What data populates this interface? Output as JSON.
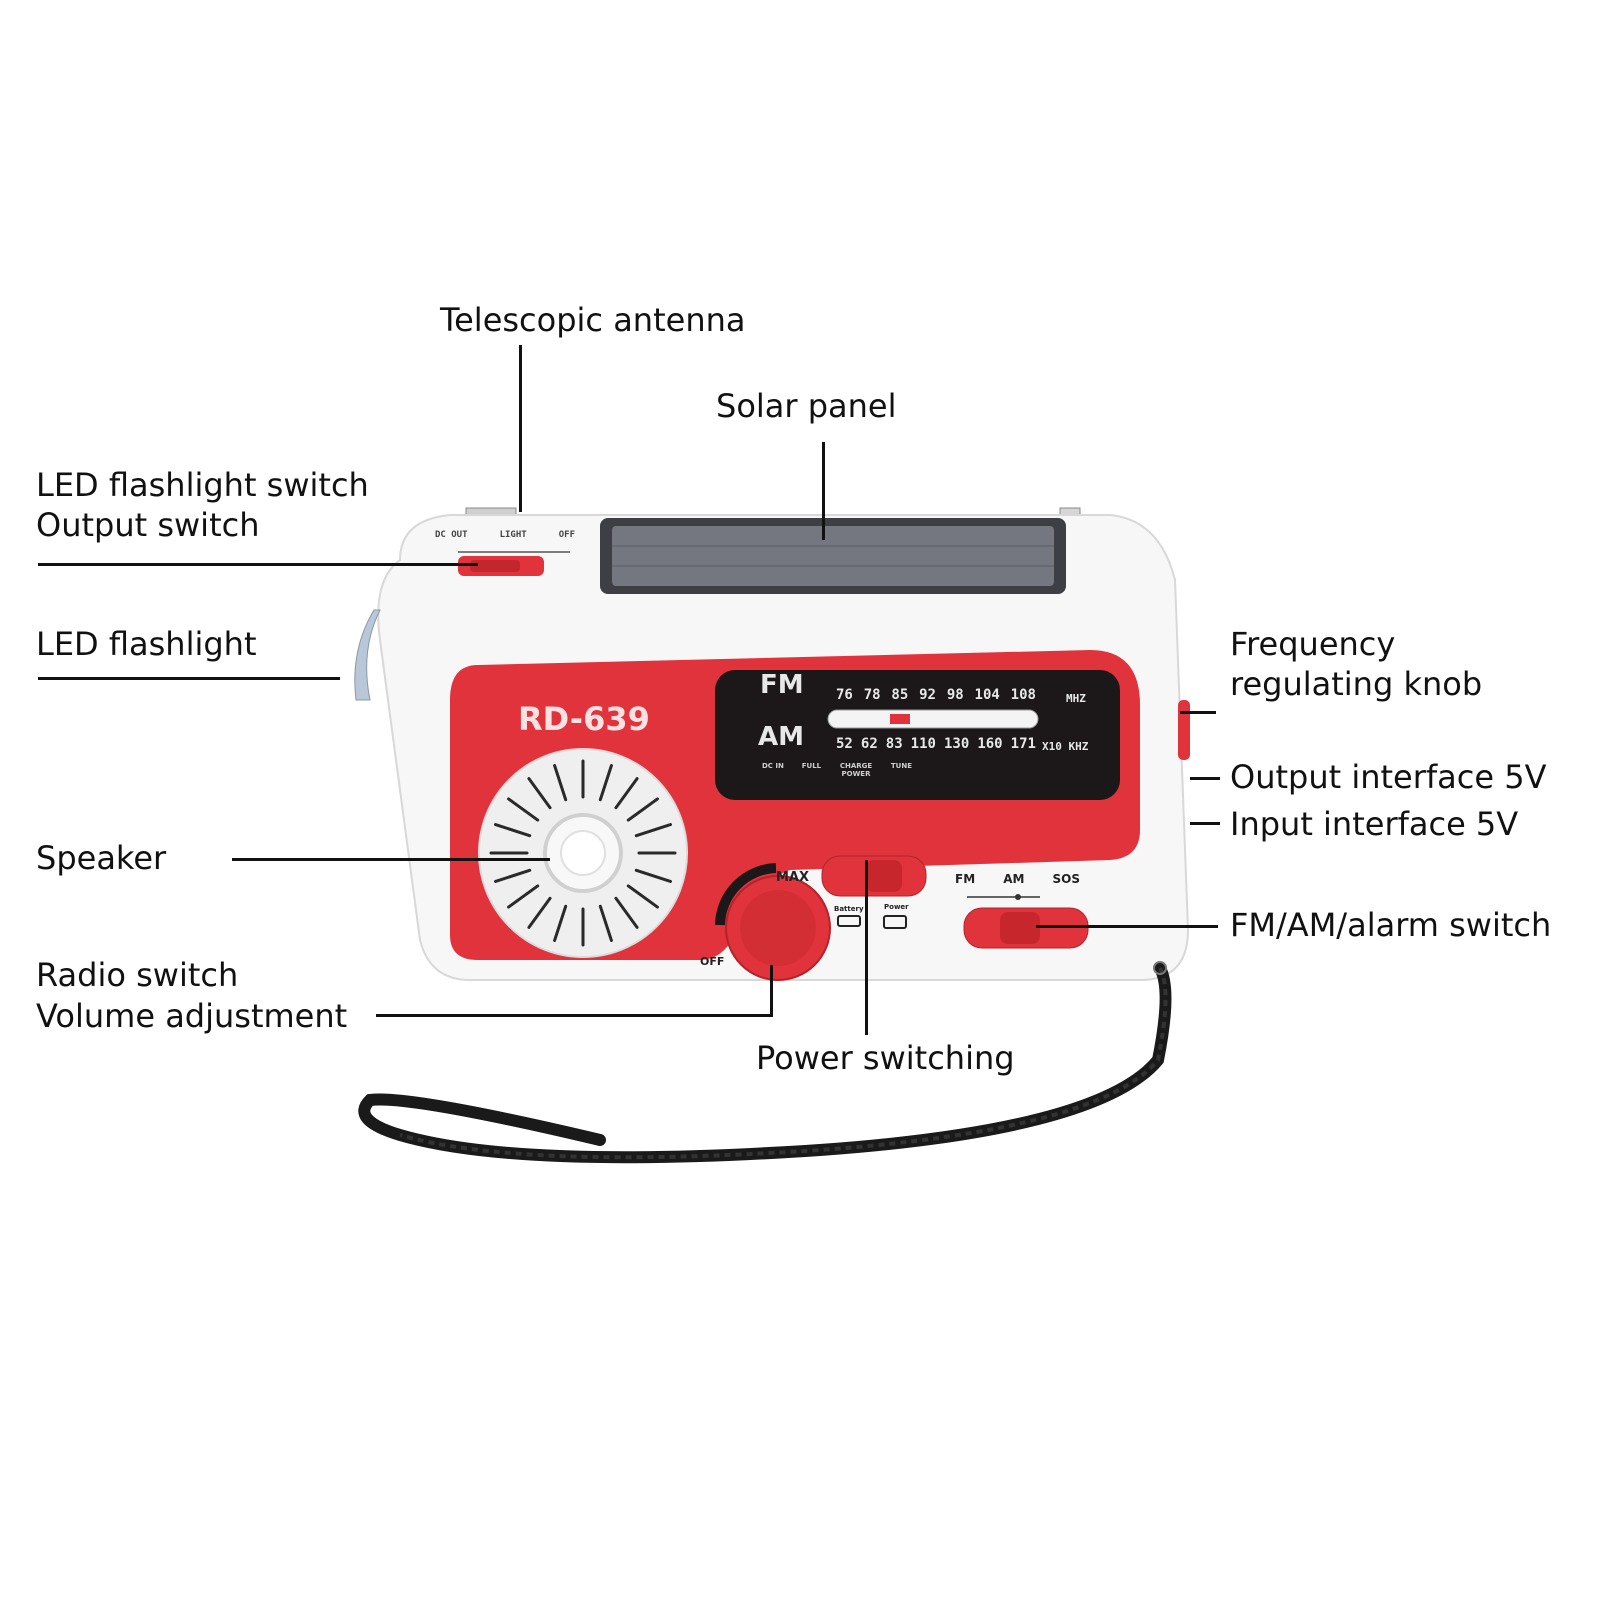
{
  "callouts": {
    "antenna": "Telescopic antenna",
    "solar": "Solar panel",
    "flash_switch": [
      "LED flashlight switch",
      "Output switch"
    ],
    "flashlight": "LED flashlight",
    "freq_knob": [
      "Frequency",
      "regulating knob"
    ],
    "output_if": "Output interface 5V",
    "input_if": "Input interface 5V",
    "speaker": "Speaker",
    "fm_am_switch": "FM/AM/alarm switch",
    "radio_switch": [
      "Radio switch",
      "Volume adjustment"
    ],
    "power_switching": "Power switching"
  },
  "device": {
    "model": "RD-639",
    "top_switch": [
      "DC OUT",
      "LIGHT",
      "OFF"
    ],
    "dial": {
      "fm_label": "FM",
      "am_label": "AM",
      "fm_scale": [
        "76",
        "78",
        "85",
        "92",
        "98",
        "104",
        "108"
      ],
      "fm_unit": "MHZ",
      "am_scale": [
        "52",
        "62",
        "83",
        "110",
        "130",
        "160",
        "171"
      ],
      "am_unit": "X10 KHZ",
      "indicators": [
        "DC IN",
        "FULL",
        "CHARGE POWER",
        "TUNE"
      ]
    },
    "volume": {
      "max": "MAX",
      "off": "OFF"
    },
    "power_switch": [
      "Battery",
      "Power"
    ],
    "band_switch": [
      "FM",
      "AM",
      "SOS"
    ]
  },
  "colors": {
    "accent": "#e0333b",
    "body": "#f7f7f7",
    "dial_bg": "#1c1819",
    "line": "#111111"
  }
}
